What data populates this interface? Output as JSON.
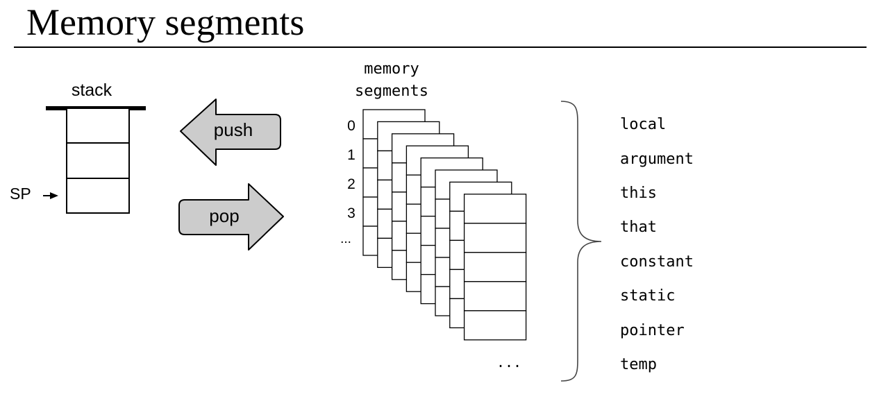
{
  "title": "Memory segments",
  "stack": {
    "label": "stack",
    "pointer_label": "SP"
  },
  "arrows": {
    "push_label": "push",
    "pop_label": "pop"
  },
  "memory": {
    "header_line1": "memory",
    "header_line2": "segments",
    "index_labels": [
      "0",
      "1",
      "2",
      "3",
      "..."
    ],
    "last_cell_label": "..."
  },
  "segments": [
    "local",
    "argument",
    "this",
    "that",
    "constant",
    "static",
    "pointer",
    "temp"
  ],
  "colors": {
    "arrow_fill": "#cccccc",
    "stroke": "#000000",
    "bracket": "#444444"
  }
}
